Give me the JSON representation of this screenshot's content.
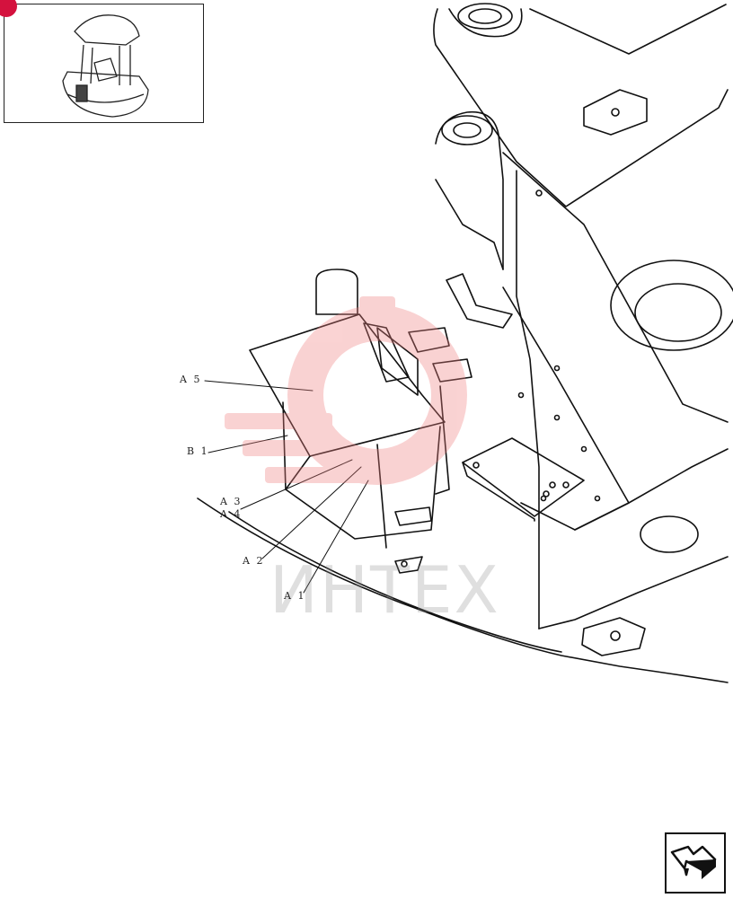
{
  "diagram": {
    "watermark": {
      "text": "ИНТЕХ",
      "color": "#f08080"
    },
    "callouts": [
      {
        "id": "A5",
        "text": "A 5"
      },
      {
        "id": "B1",
        "text": "B 1"
      },
      {
        "id": "A3",
        "text": "A 3"
      },
      {
        "id": "A4",
        "text": "A 4"
      },
      {
        "id": "A2",
        "text": "A 2"
      },
      {
        "id": "A1",
        "text": "A 1"
      }
    ],
    "thumbnail": {
      "icon": "excavator-cab-icon",
      "badge_color": "#d4123e"
    },
    "navigation": {
      "icon": "arrow-return-icon"
    }
  }
}
